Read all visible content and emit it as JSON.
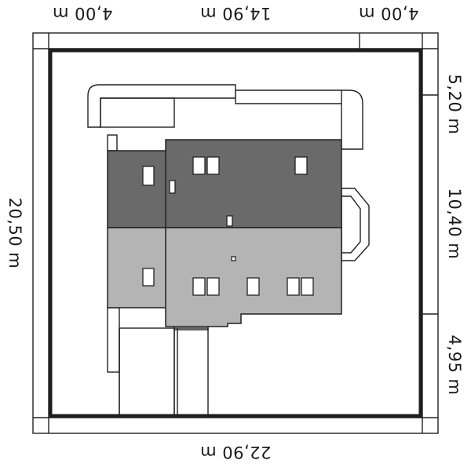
{
  "dimensions": {
    "top": [
      "4,00 m",
      "14,90 m",
      "4,00 m"
    ],
    "bottom": "22,90 m",
    "left": "20,50 m",
    "right": [
      "5,20 m",
      "10,40 m",
      "4,95 m"
    ]
  }
}
